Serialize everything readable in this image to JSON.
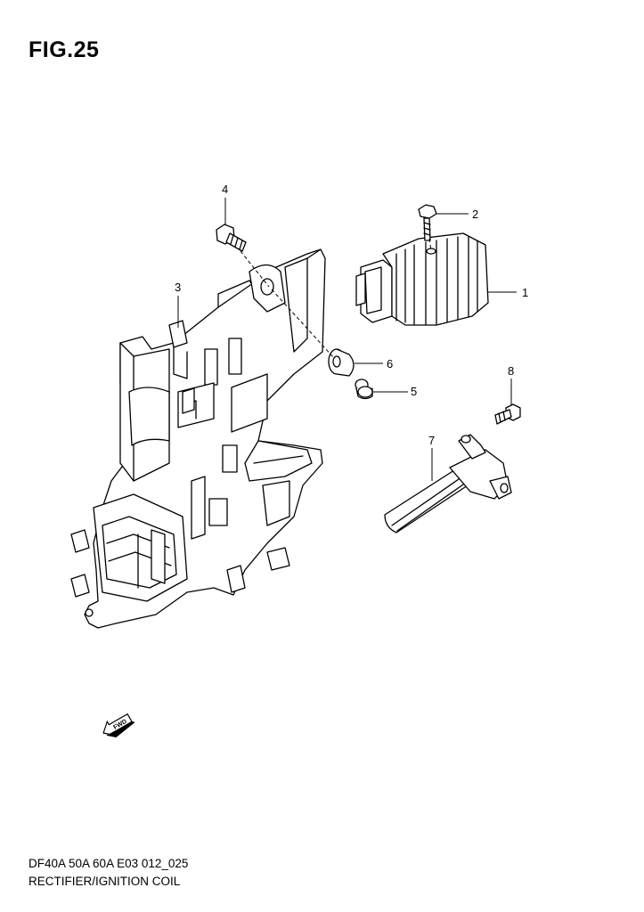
{
  "figure": {
    "title": "FIG.25"
  },
  "callouts": [
    {
      "id": "1",
      "label": "1"
    },
    {
      "id": "2",
      "label": "2"
    },
    {
      "id": "3",
      "label": "3"
    },
    {
      "id": "4",
      "label": "4"
    },
    {
      "id": "5",
      "label": "5"
    },
    {
      "id": "6",
      "label": "6"
    },
    {
      "id": "7",
      "label": "7"
    },
    {
      "id": "8",
      "label": "8"
    }
  ],
  "fwd_marker": {
    "label": "FWD"
  },
  "footer": {
    "model_code": "DF40A 50A 60A E03 012_025",
    "section_name": "RECTIFIER/IGNITION COIL"
  }
}
